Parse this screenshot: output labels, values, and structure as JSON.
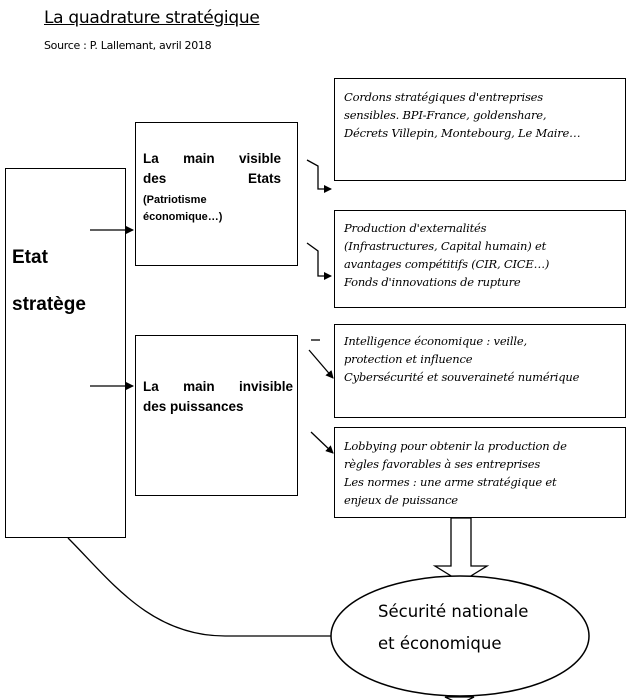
{
  "title": "La quadrature stratégique",
  "source": "Source : P. Lallemant, avril 2018",
  "etat": {
    "line1": "Etat",
    "line2": "stratège"
  },
  "main_visible": {
    "line1": "La main visible",
    "line2": "des Etats",
    "sub1": "(Patriotisme",
    "sub2": "économique…)"
  },
  "main_invisible": {
    "line1": "La main invisible",
    "line2": "des puissances"
  },
  "box_cordons": {
    "line1": "Cordons stratégiques d'entreprises",
    "line2": "sensibles. BPI-France, goldenshare,",
    "line3": "Décrets Villepin, Montebourg, Le Maire…"
  },
  "box_production": {
    "line1": "Production d'externalités",
    "line2": "(Infrastructures, Capital humain) et",
    "line3": "avantages compétitifs (CIR, CICE…)",
    "line4": "Fonds d'innovations de rupture"
  },
  "box_intelligence": {
    "line1": "Intelligence économique : veille,",
    "line2": "protection et influence",
    "line3": "Cybersécurité et souveraineté numérique"
  },
  "box_lobbying": {
    "line1": "Lobbying pour obtenir la production de",
    "line2": "règles favorables à ses entreprises",
    "line3": "Les normes : une arme stratégique et",
    "line4": "enjeux de puissance"
  },
  "securite": {
    "line1": "Sécurité nationale",
    "line2": "et économique"
  }
}
